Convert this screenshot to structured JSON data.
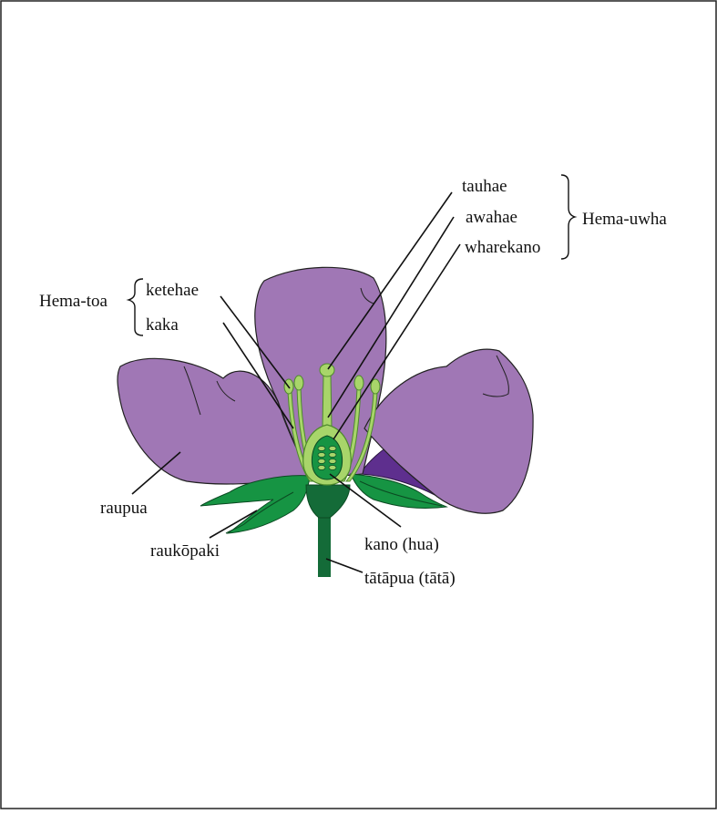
{
  "labels": {
    "tauhae": "tauhae",
    "awahae": "awahae",
    "wharekano": "wharekano",
    "hema_uwha": "Hema-uwha",
    "hema_toa": "Hema-toa",
    "ketehae": "ketehae",
    "kaka": "kaka",
    "raupua": "raupua",
    "raukopaki": "raukōpaki",
    "kano": "kano (hua)",
    "tatapua": "tātāpua (tātā)"
  },
  "colors": {
    "petal": "#a077b5",
    "petal_dark": "#5e2f8e",
    "sepal": "#169443",
    "sepal_dark": "#0d6e33",
    "stem": "#146b38",
    "pistil": "#a8d56a",
    "pistil_dark": "#4e8a2c",
    "line": "#111111",
    "border": "#222222"
  }
}
